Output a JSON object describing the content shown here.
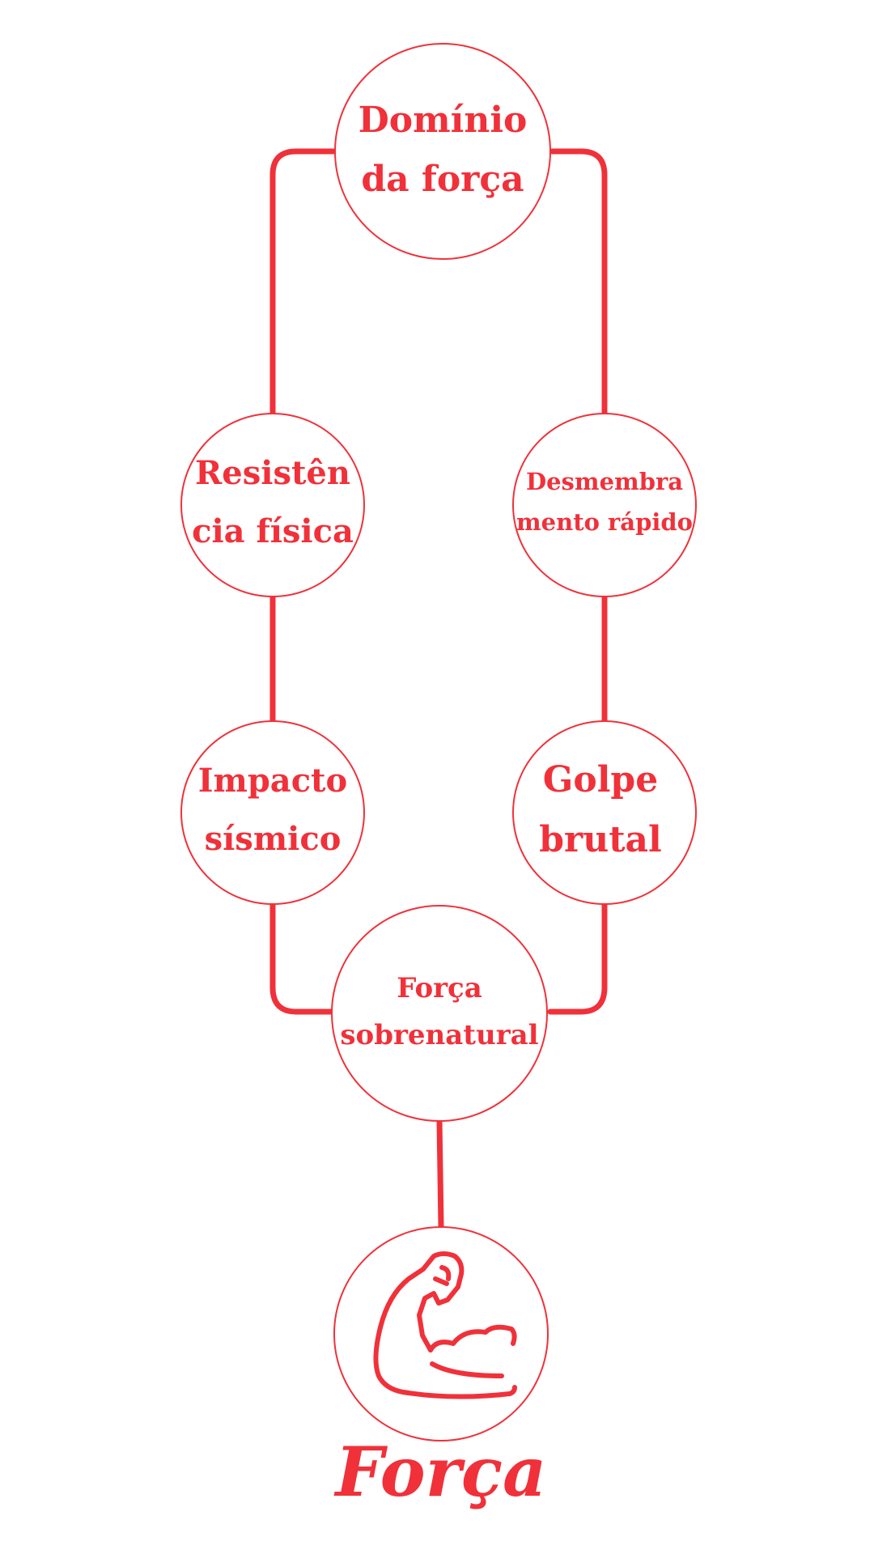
{
  "theme": {
    "accent": "#f0313a",
    "background": "#ffffff"
  },
  "title": "Força",
  "root_icon": "flexed-arm-icon",
  "nodes": {
    "top": {
      "lines": [
        "Domínio",
        "da força"
      ]
    },
    "left_upper": {
      "lines": [
        "Resistên",
        "cia física"
      ]
    },
    "right_upper": {
      "lines": [
        "Desmembra",
        "mento rápido"
      ]
    },
    "left_lower": {
      "lines": [
        "Impacto",
        "sísmico"
      ]
    },
    "right_lower": {
      "lines": [
        "Golpe",
        "brutal"
      ]
    },
    "bottom": {
      "lines": [
        "Força",
        "sobrenatural"
      ]
    }
  }
}
